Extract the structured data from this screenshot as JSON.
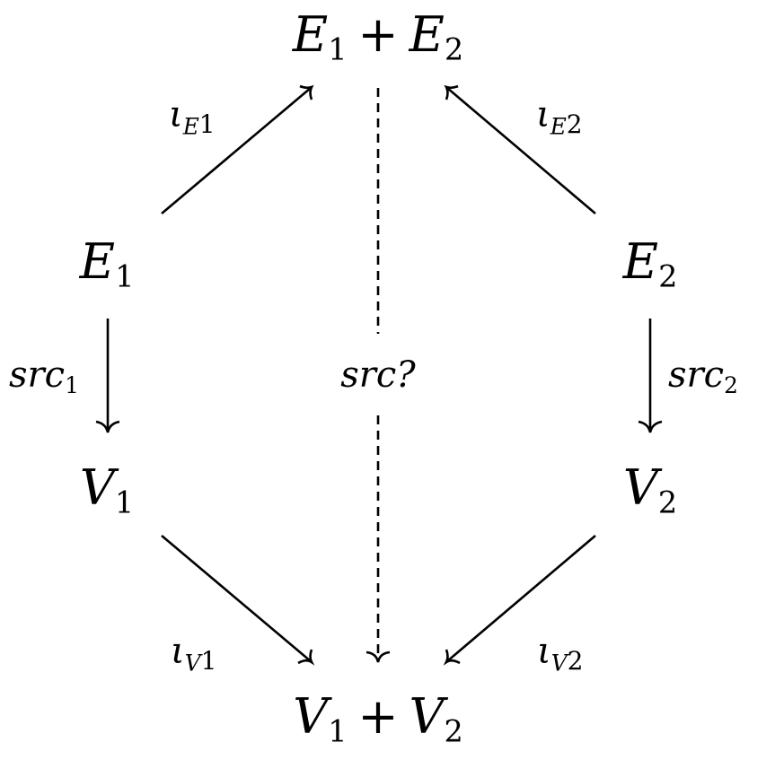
{
  "diagram": {
    "nodes": {
      "top": {
        "a": "E",
        "a_sub": "1",
        "op": "+",
        "b": "E",
        "b_sub": "2"
      },
      "e1": {
        "base": "E",
        "sub": "1"
      },
      "e2": {
        "base": "E",
        "sub": "2"
      },
      "v1": {
        "base": "V",
        "sub": "1"
      },
      "v2": {
        "base": "V",
        "sub": "2"
      },
      "bottom": {
        "a": "V",
        "a_sub": "1",
        "op": "+",
        "b": "V",
        "b_sub": "2"
      }
    },
    "edges": {
      "iota_e1": {
        "symbol": "ι",
        "sub": "E",
        "subsub": "1"
      },
      "iota_e2": {
        "symbol": "ι",
        "sub": "E",
        "subsub": "2"
      },
      "src1": {
        "base": "src",
        "sub": "1"
      },
      "src2": {
        "base": "src",
        "sub": "2"
      },
      "src_q": {
        "text": "src?"
      },
      "iota_v1": {
        "symbol": "ι",
        "sub": "V",
        "subsub": "1"
      },
      "iota_v2": {
        "symbol": "ι",
        "sub": "V",
        "subsub": "2"
      }
    },
    "colors": {
      "stroke": "#000000",
      "background": "#ffffff"
    }
  }
}
